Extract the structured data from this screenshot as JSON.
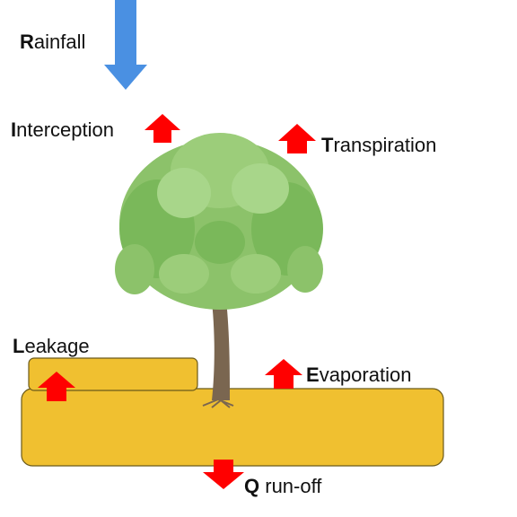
{
  "labels": {
    "rainfall": {
      "initial": "R",
      "rest": "ainfall"
    },
    "interception": {
      "initial": "I",
      "rest": "nterception"
    },
    "transpiration": {
      "initial": "T",
      "rest": "ranspiration"
    },
    "leakage": {
      "initial": "L",
      "rest": "eakage"
    },
    "evaporation": {
      "initial": "E",
      "rest": "vaporation"
    },
    "runoff": {
      "initial": "Q",
      "rest": " run-off"
    }
  },
  "icons": {
    "rain_arrow": "down-arrow-icon",
    "flux_arrow": "up-arrow-icon",
    "runoff_arrow": "down-arrow-icon",
    "tree": "tree-icon"
  },
  "colors": {
    "rain_arrow": "#4a90e2",
    "flux_arrows": "#ff0000",
    "soil": "#f0c030",
    "soil_stroke": "#6b5a1a",
    "trunk": "#7a6650",
    "foliage": "#8cc26a"
  }
}
